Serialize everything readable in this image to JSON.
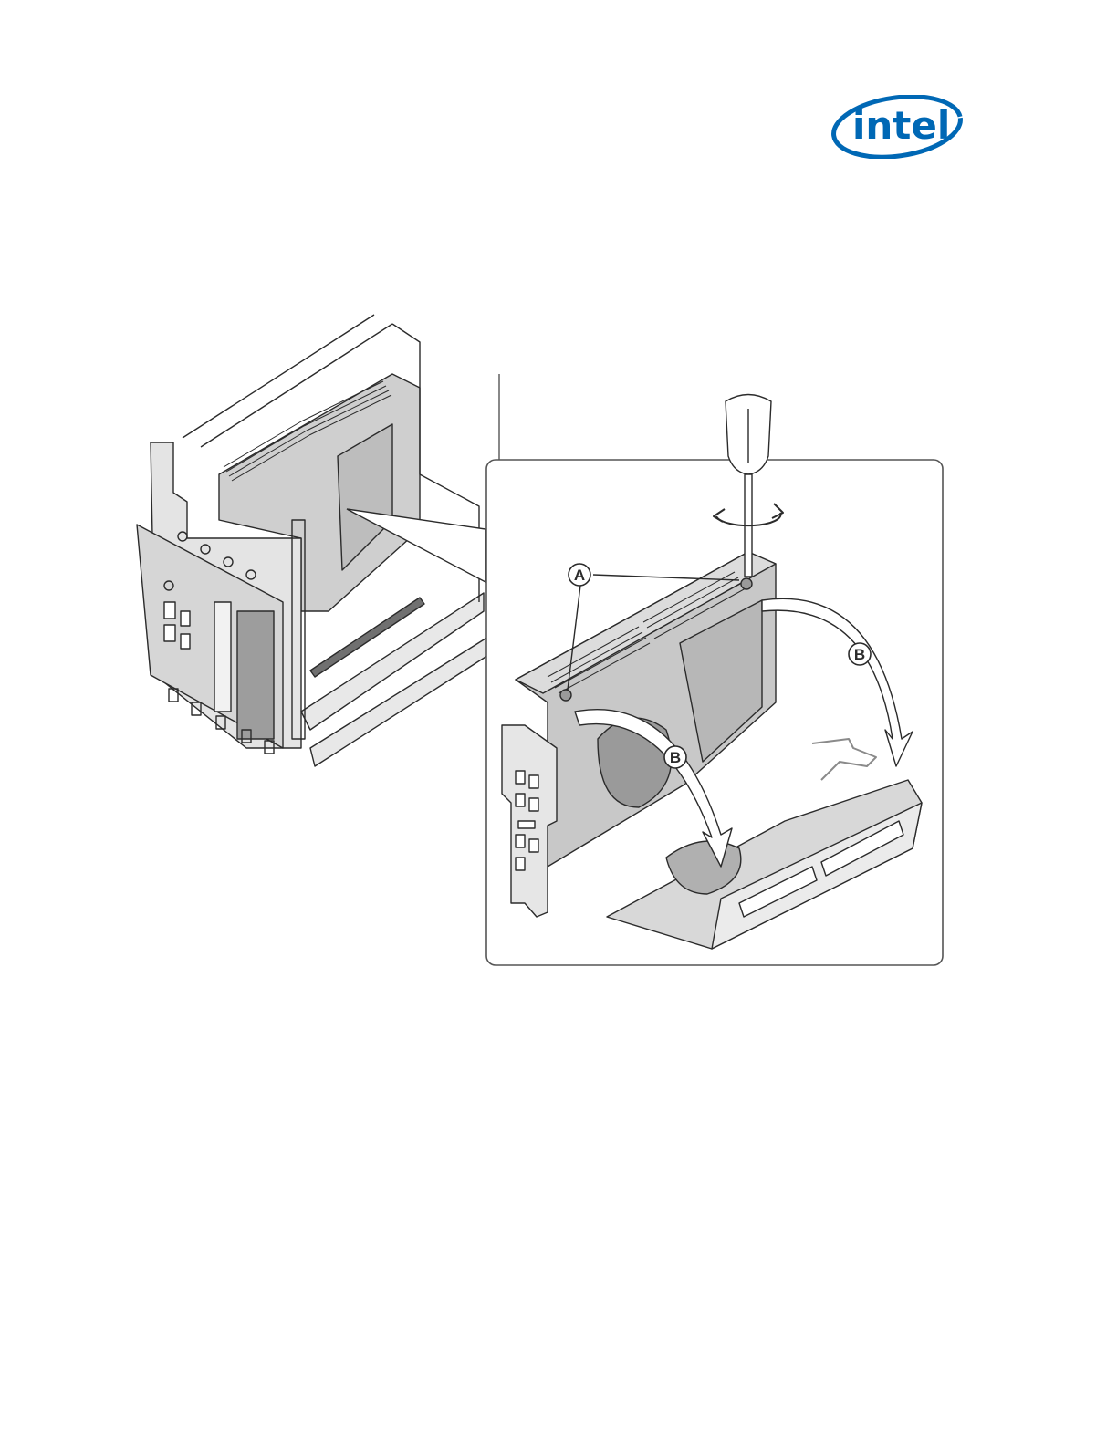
{
  "header": {
    "logo_text": "intel",
    "brand_color": "#0068b5"
  },
  "figure": {
    "callout_a": "A",
    "callout_b_right": "B",
    "callout_b_left": "B"
  },
  "colors": {
    "line": "#2b2b2b",
    "body_gray": "#c8c8c8",
    "dark_gray": "#9a9a9a",
    "light_gray": "#e2e2e2",
    "inset_border": "#555555"
  }
}
